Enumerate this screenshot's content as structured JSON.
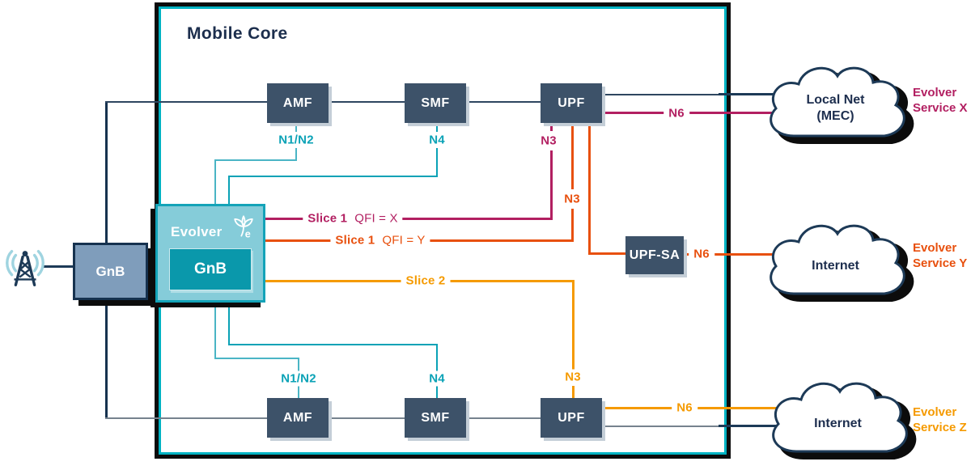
{
  "title": "Mobile Core",
  "colors": {
    "teal_border": "#00b3c3",
    "teal_label": "#0aa2b6",
    "crimson": "#b21f61",
    "orange_red": "#e8500e",
    "orange": "#f59a00",
    "navy": "#1d3a57",
    "node_fill": "#3d5269"
  },
  "nodes": {
    "amf_top": "AMF",
    "smf_top": "SMF",
    "upf_top": "UPF",
    "amf_bottom": "AMF",
    "smf_bottom": "SMF",
    "upf_bottom": "UPF",
    "upf_sa": "UPF-SA",
    "gnb_left": "GnB",
    "evolver": "Evolver",
    "gnb_inner": "GnB"
  },
  "interfaces": {
    "n1n2_top": "N1/N2",
    "n4_top": "N4",
    "n3_top_x": "N3",
    "n3_top_y": "N3",
    "n6_top": "N6",
    "n6_mid": "N6",
    "n1n2_bottom": "N1/N2",
    "n4_bottom": "N4",
    "n3_bottom": "N3",
    "n6_bottom": "N6"
  },
  "slices": {
    "slice1x": {
      "name": "Slice 1",
      "detail": "QFI = X"
    },
    "slice1y": {
      "name": "Slice 1",
      "detail": "QFI = Y"
    },
    "slice2": {
      "name": "Slice 2",
      "detail": ""
    }
  },
  "clouds": {
    "local_net": {
      "line1": "Local Net",
      "line2": "(MEC)"
    },
    "internet_mid": {
      "line1": "Internet",
      "line2": ""
    },
    "internet_bottom": {
      "line1": "Internet",
      "line2": ""
    }
  },
  "services": {
    "x": {
      "line1": "Evolver",
      "line2": "Service X"
    },
    "y": {
      "line1": "Evolver",
      "line2": "Service Y"
    },
    "z": {
      "line1": "Evolver",
      "line2": "Service Z"
    }
  }
}
